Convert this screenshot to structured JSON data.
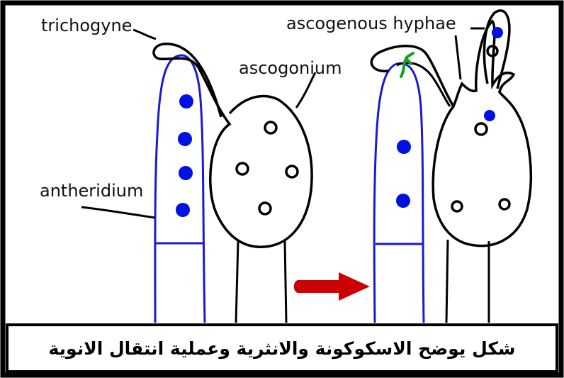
{
  "labels": {
    "trichogyne": "trichogyne",
    "ascogonium": "ascogonium",
    "antheridium": "antheridium",
    "ascogenous_hyphae": "ascogenous hyphae"
  },
  "caption": "شكل يوضح الاسكوكونة والانثرية وعملية انتقال الانوية",
  "colors": {
    "outline": "#000000",
    "antheridium": "#1010d0",
    "nucleus_male": "#0010e0",
    "transfer_mark": "#10a020",
    "arrow": "#c80000"
  }
}
